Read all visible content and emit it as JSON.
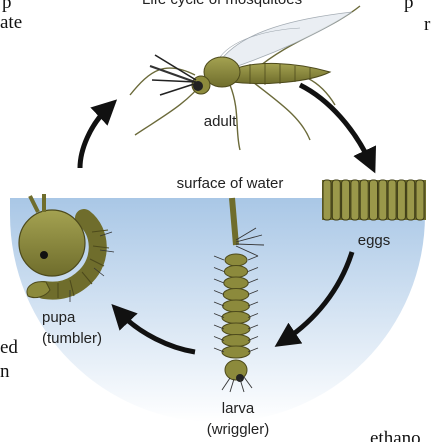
{
  "diagram": {
    "title": "Life cycle of mosquitoes",
    "stages": {
      "adult": "adult",
      "eggs": "eggs",
      "larva": "larva",
      "larva_alias": "(wriggler)",
      "pupa": "pupa",
      "pupa_alias": "(tumbler)"
    },
    "water_label": "surface of water"
  },
  "background_text": {
    "top_left_1": "p",
    "top_left_2": "ate",
    "top_right_1": "p",
    "top_right_2": "r",
    "bottom_left_1": "ed",
    "bottom_left_2": "n",
    "bottom_right": "ethano"
  },
  "colors": {
    "water_top": "#a9c7e6",
    "water_bottom": "#ffffff",
    "body_fill": "#8c8a3c",
    "body_stroke": "#4d4a1c",
    "arrow": "#111111"
  },
  "icons": {
    "adult": "mosquito-adult-icon",
    "eggs": "egg-raft-icon",
    "larva": "larva-icon",
    "pupa": "pupa-icon"
  }
}
